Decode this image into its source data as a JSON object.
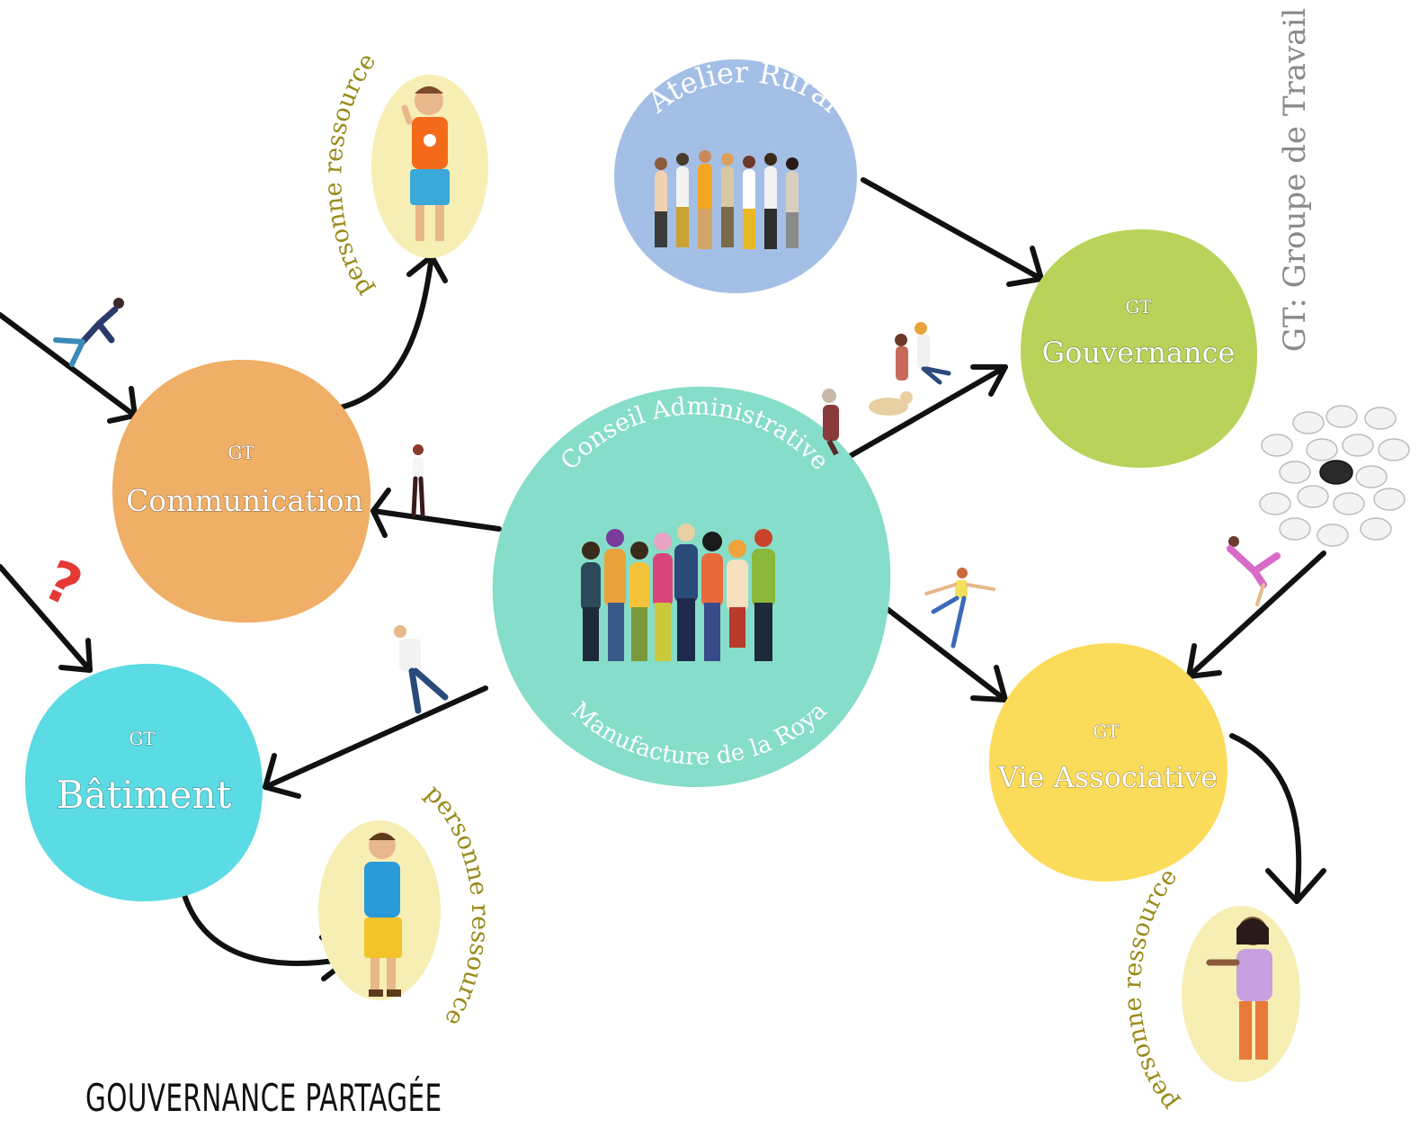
{
  "nodes": {
    "atelier": {
      "label": "Atelier Rural",
      "color": "#a4bfe6"
    },
    "conseil": {
      "label_top": "Conseil Administrative",
      "label_bottom": "Manufacture de la Roya",
      "color": "#86ddc9"
    },
    "communication": {
      "tag": "GT",
      "label": "Communication",
      "color": "#efaf66"
    },
    "gouvernance": {
      "tag": "GT",
      "label": "Gouvernance",
      "color": "#b9d35a"
    },
    "batiment": {
      "tag": "GT",
      "label": "Bâtiment",
      "color": "#5bdbe3"
    },
    "vie": {
      "tag": "GT",
      "label": "Vie Associative",
      "color": "#fbdc5a"
    }
  },
  "resources": [
    {
      "label": "personne ressource",
      "color": "#f7eeb4"
    },
    {
      "label": "personne ressource",
      "color": "#f7eeb4"
    },
    {
      "label": "personne ressource",
      "color": "#f7eeb4"
    }
  ],
  "question_mark": "?",
  "legend": "GT: Groupe de Travail",
  "footer_title": "GOUVERNANCE PARTAGÉE",
  "icons": [
    "people-group-icon",
    "walking-person-icon",
    "sheep-flock-icon",
    "thinking-person-icon",
    "pointing-person-icon",
    "dog-walker-icon"
  ]
}
